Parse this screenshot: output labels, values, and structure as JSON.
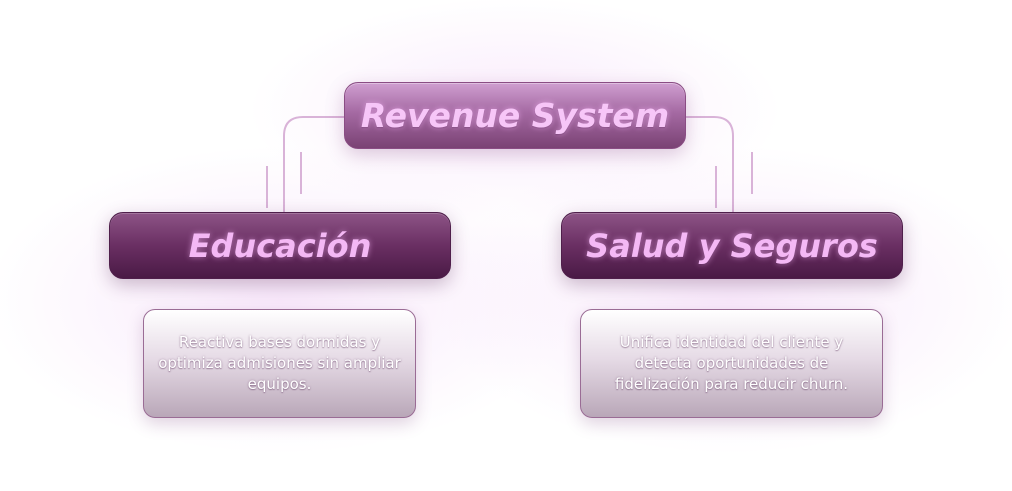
{
  "root": {
    "title": "Revenue System"
  },
  "branches": [
    {
      "title": "Educación",
      "description": "Reactiva bases dormidas y optimiza admisiones sin ampliar equipos."
    },
    {
      "title": "Salud y Seguros",
      "description": "Unifica identidad del cliente y detecta oportunidades de fidelización para reducir churn."
    }
  ],
  "colors": {
    "root_fill": "#a56aa3",
    "branch_fill": "#6a2f63",
    "title_text": "#f4b8f5",
    "connector": "#d6a9d6"
  }
}
